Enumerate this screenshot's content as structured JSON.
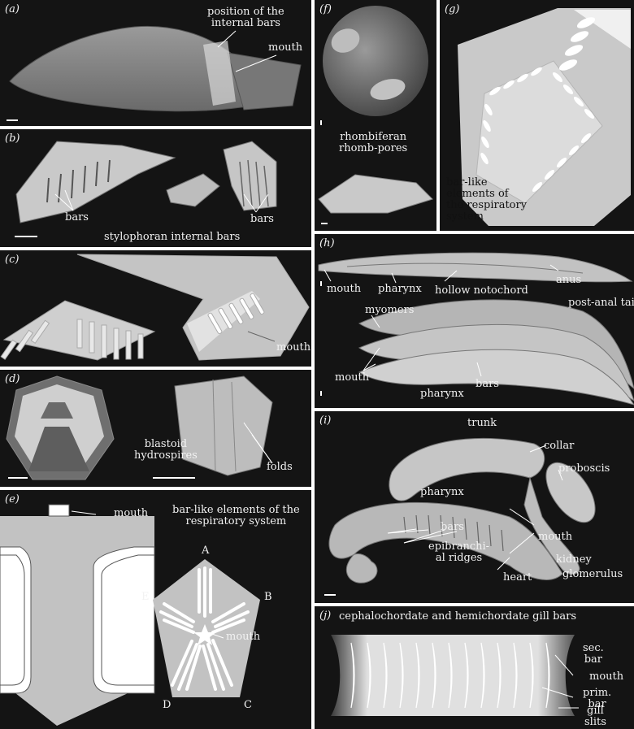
{
  "panels": {
    "a": {
      "letter": "(a)",
      "position_label": "position of the\ninternal bars",
      "mouth": "mouth"
    },
    "b": {
      "letter": "(b)",
      "bars_left": "bars",
      "bars_right": "bars",
      "caption": "stylophoran internal bars"
    },
    "c": {
      "letter": "(c)",
      "mouth": "mouth"
    },
    "d": {
      "letter": "(d)",
      "caption": "blastoid\nhydrospires",
      "folds": "folds"
    },
    "e": {
      "letter": "(e)",
      "mouth_top": "mouth",
      "caption": "bar-like elements of the\nrespiratory system",
      "mouth_center": "mouth",
      "vertices": [
        "A",
        "B",
        "C",
        "D",
        "E"
      ]
    },
    "f": {
      "letter": "(f)",
      "caption": "rhombiferan\nrhomb-pores"
    },
    "g": {
      "letter": "(g)",
      "caption": "bar-like\nelements of\nthe respiratory\nsystem"
    },
    "h": {
      "letter": "(h)",
      "mouth1": "mouth",
      "pharynx1": "pharynx",
      "notochord": "hollow notochord",
      "anus": "anus",
      "tail": "post-anal tail",
      "myomers": "myomers",
      "mouth2": "mouth",
      "pharynx2": "pharynx",
      "bars": "bars"
    },
    "i": {
      "letter": "(i)",
      "trunk": "trunk",
      "collar": "collar",
      "proboscis": "proboscis",
      "pharynx": "pharynx",
      "bars": "bars",
      "epibranchial": "epibranchi-\nal ridges",
      "heart": "heart",
      "mouth": "mouth",
      "kidney": "kidney",
      "glomerulus": "glomerulus"
    },
    "j": {
      "letter": "(j)",
      "caption": "cephalochordate and hemichordate gill bars",
      "sec_bar": "sec.\nbar",
      "mouth": "mouth",
      "prim_bar": "prim.\nbar",
      "gill_slits": "gill\nslits"
    }
  },
  "colors": {
    "panel_bg": "#141414",
    "fossil": "#b9b9b9",
    "model": "#c8c8c8",
    "text": "#f2f2f2"
  }
}
